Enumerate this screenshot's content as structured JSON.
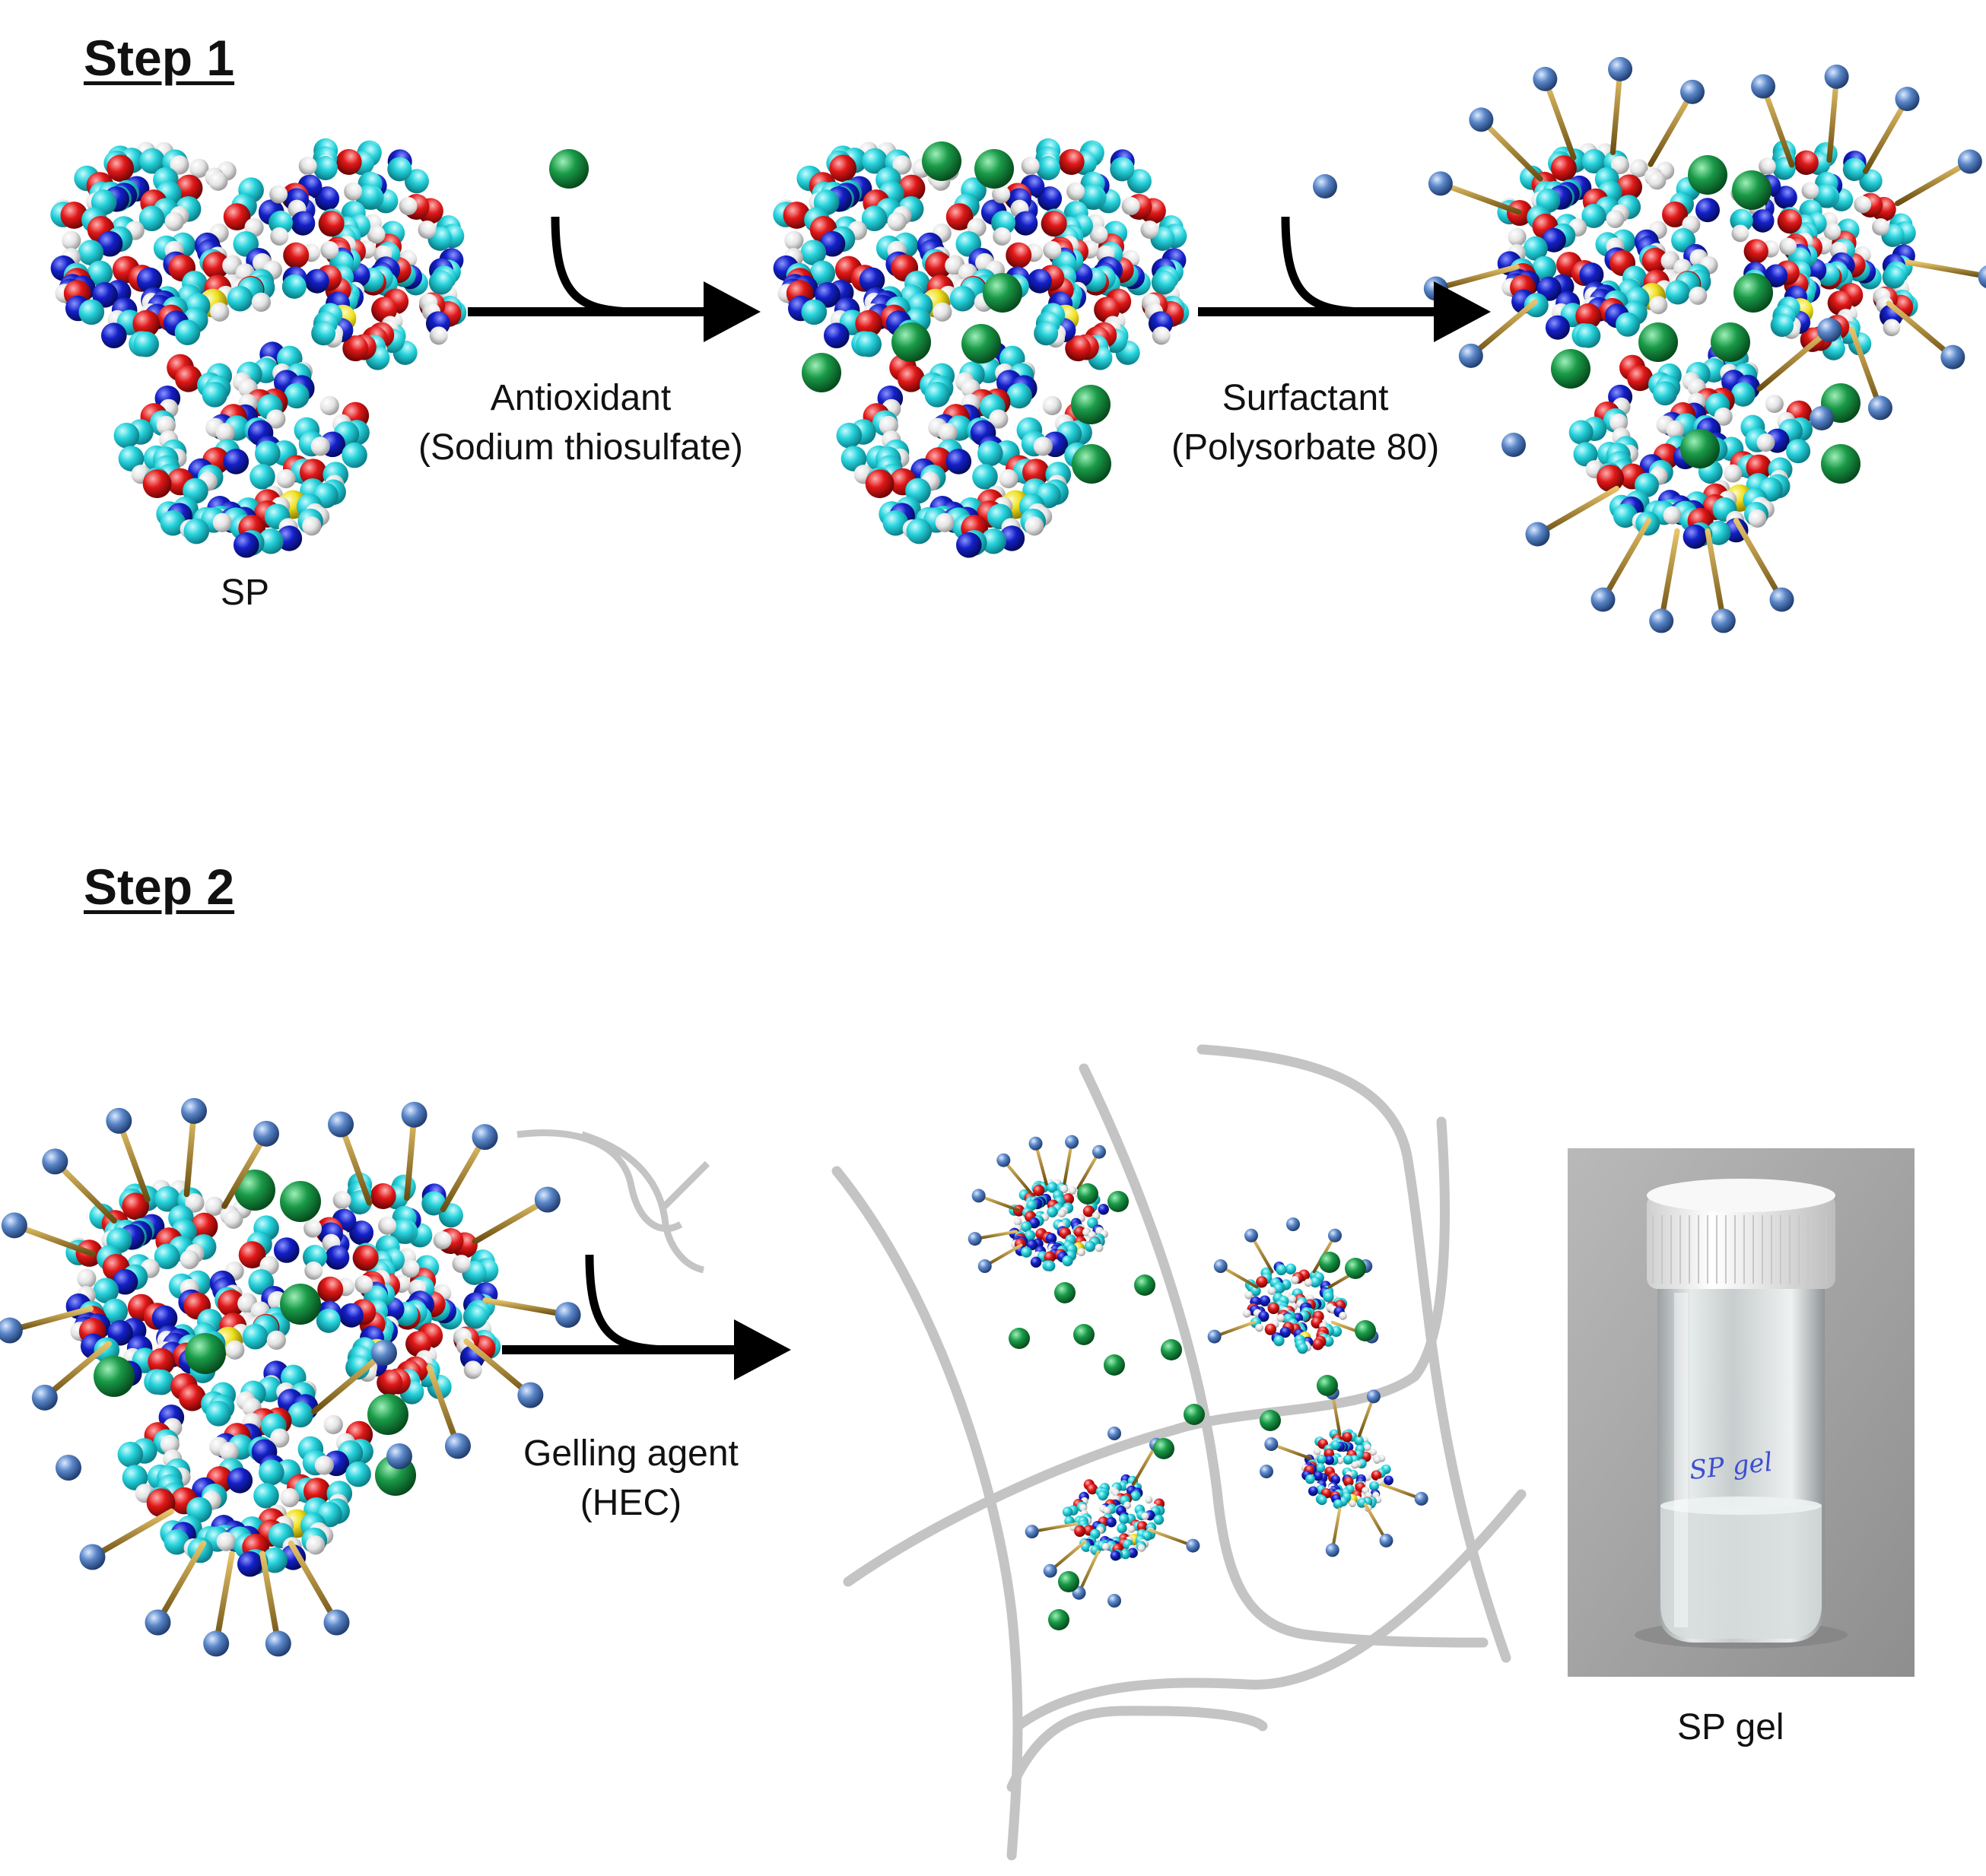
{
  "step1": {
    "title": "Step 1",
    "sp_label": "SP",
    "reaction1": {
      "line1": "Antioxidant",
      "line2": "(Sodium thiosulfate)"
    },
    "reaction2": {
      "line1": "Surfactant",
      "line2": "(Polysorbate 80)"
    }
  },
  "step2": {
    "title": "Step 2",
    "reaction": {
      "line1": "Gelling agent",
      "line2": "(HEC)"
    },
    "product_label": "SP gel",
    "vial_handwriting": "SP gel"
  },
  "colors": {
    "carbon": "#27d3dc",
    "nitrogen": "#1420c8",
    "oxygen": "#e01818",
    "hydrogen": "#e9e9e9",
    "sulfur": "#f0e020",
    "antioxidant": "#1a9a48",
    "surfactant_head": "#5a86c8",
    "surfactant_tail": "#b8902a",
    "polymer": "#c4c4c4",
    "arrow": "#000000"
  }
}
